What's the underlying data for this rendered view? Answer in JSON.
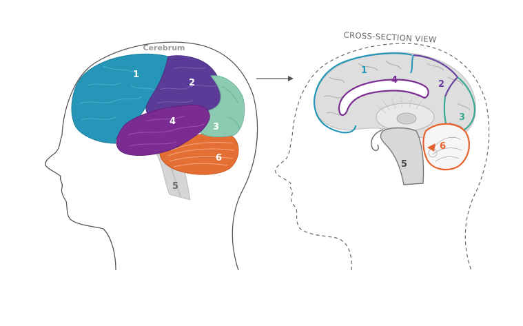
{
  "left_view": {
    "caption": "Cerebrum",
    "regions": [
      {
        "key": "frontal",
        "label": "1",
        "color": "#2596b7"
      },
      {
        "key": "parietal",
        "label": "2",
        "color": "#5c3c99"
      },
      {
        "key": "occipital",
        "label": "3",
        "color": "#8ccab1"
      },
      {
        "key": "temporal",
        "label": "4",
        "color": "#7b2c93"
      },
      {
        "key": "brainstem",
        "label": "5",
        "color": "#d5d5d5"
      },
      {
        "key": "cerebellum",
        "label": "6",
        "color": "#e8743b"
      }
    ]
  },
  "right_view": {
    "caption": "CROSS-SECTION VIEW",
    "labels": [
      {
        "key": "frontal",
        "label": "1",
        "color": "#2596b7"
      },
      {
        "key": "parietal",
        "label": "2",
        "color": "#6a3fa0"
      },
      {
        "key": "occipital",
        "label": "3",
        "color": "#3aa893"
      },
      {
        "key": "corpus",
        "label": "4",
        "color": "#7b2c93"
      },
      {
        "key": "brainstem",
        "label": "5",
        "color": "#444444"
      },
      {
        "key": "cerebellum",
        "label": "6",
        "color": "#e8612c"
      }
    ]
  },
  "colors": {
    "outline": "#555555",
    "dashed": "#666666",
    "arrow": "#555555",
    "brain_gray": "#dcdcdc"
  }
}
